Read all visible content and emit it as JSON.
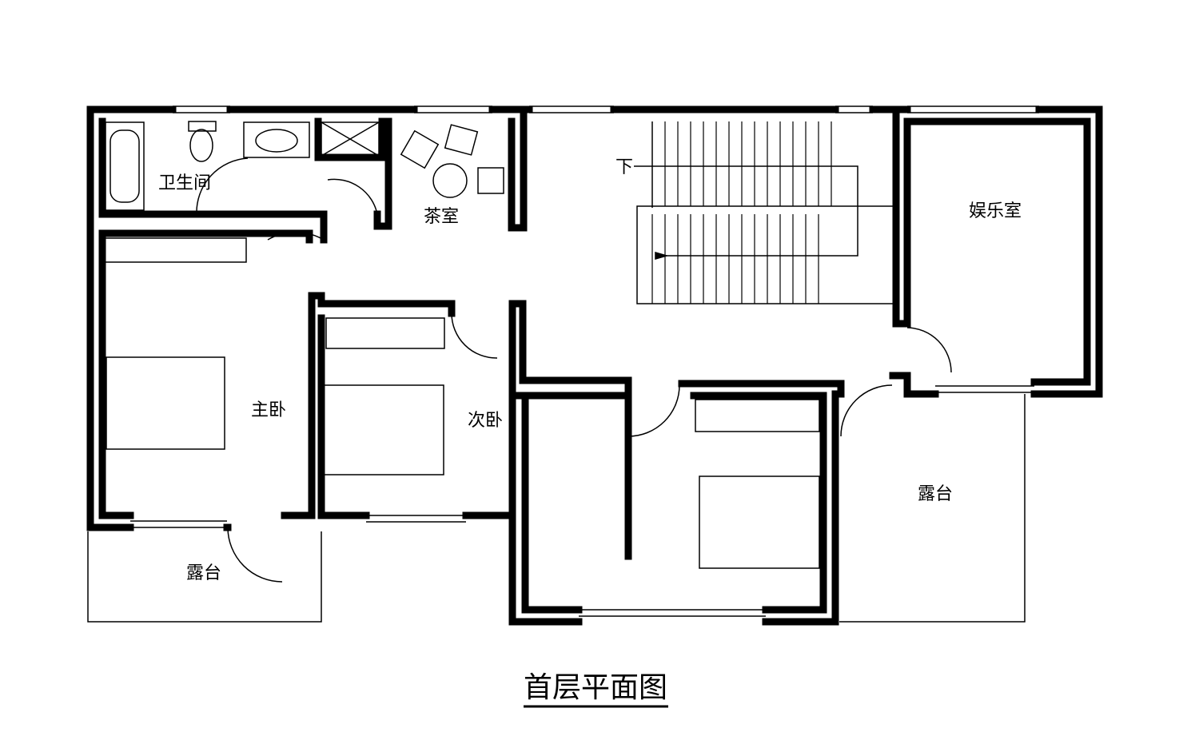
{
  "title": "首层平面图",
  "rooms": {
    "bathroom": "卫生间",
    "tea_room": "茶室",
    "entertainment_room": "娱乐室",
    "master_bedroom": "主卧",
    "second_bedroom": "次卧",
    "terrace_left": "露台",
    "terrace_right": "露台"
  },
  "stairs": {
    "direction_label": "下"
  }
}
